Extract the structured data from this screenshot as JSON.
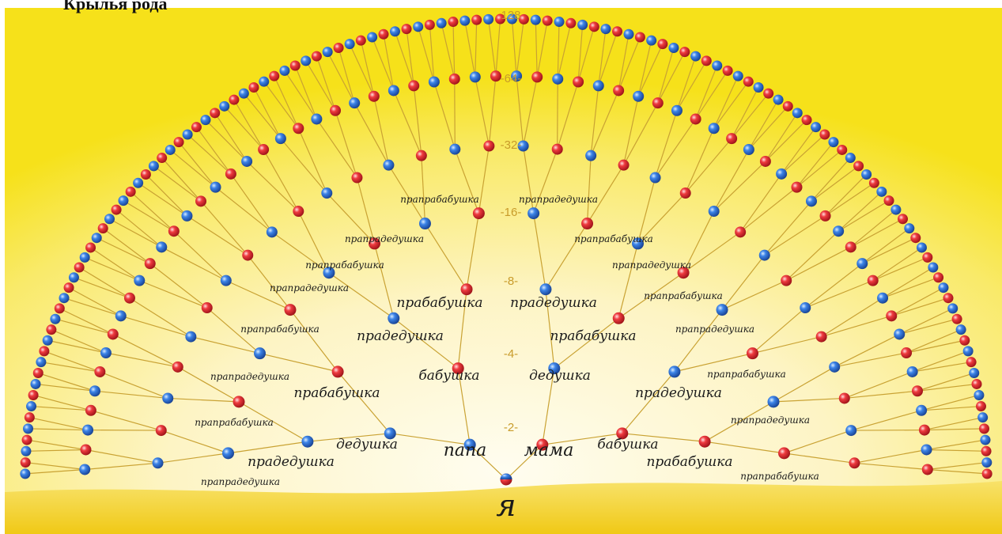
{
  "title": "Крылья рода",
  "self_label": "я",
  "generation_markers": [
    "-2-",
    "-4-",
    "-8-",
    "-16-",
    "-32-",
    "-64-",
    "128"
  ],
  "labels": {
    "papa": "папа",
    "mama": "мама",
    "dedushka_left": "дедушка",
    "babushka_right": "бабушка",
    "babushka_center": "бабушка",
    "dedushka_center": "дедушка",
    "pradedushka_l1": "прадедушка",
    "prababushka_l1": "прабабушка",
    "prababushka_c": "прабабушка",
    "pradedushka_c": "прадедушка",
    "pradedushka_l2": "прадедушка",
    "prababushka_r2": "прабабушка",
    "pradedushka_r1": "прадедушка",
    "prababushka_r1": "прабабушка",
    "prapradedushka_l1": "прапрадедушка",
    "praprababushka_l1": "прапрабабушка",
    "prapradedushka_l2": "прапрадедушка",
    "praprababushka_l2": "прапрабабушка",
    "prapradedushka_l3": "прапрадедушка",
    "praprababushka_l3": "прапрабабушка",
    "prapradedushka_l4": "прапрадедушка",
    "praprababushka_top": "прапрабабушка",
    "prapradedushka_top": "прапрадедушка",
    "praprababushka_r4": "прапрабабушка",
    "prapradedushka_r4": "прапрадедушка",
    "praprababushka_r3": "прапрабабушка",
    "prapradedushka_r3": "прапрадедушка",
    "praprababushka_r2": "прапрабабушка",
    "prapradedushka_r2": "прапрадедушка",
    "praprababushka_r1": "прапрабабушка"
  },
  "colors": {
    "background_yellow": "#f7e400",
    "glow_center": "#fffbe6",
    "ground": "#f3d21a",
    "branch": "#c9a233",
    "male_node": "#2a63c9",
    "female_node": "#e0323a",
    "marker_text": "#c89b2a"
  }
}
